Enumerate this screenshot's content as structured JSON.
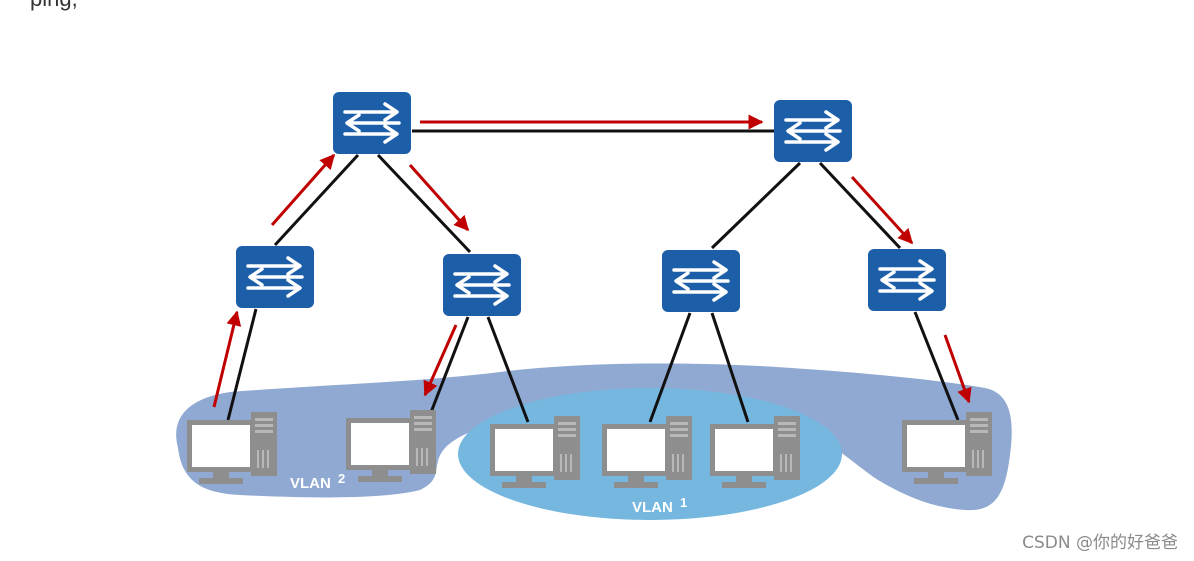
{
  "top_text": "ping,",
  "watermark": "CSDN @你的好爸爸",
  "vlans": {
    "vlan2": {
      "name": "VLAN",
      "num": "2"
    },
    "vlan1": {
      "name": "VLAN",
      "num": "1"
    }
  },
  "colors": {
    "switch": "#1c5fa8",
    "vlan2_fill": "#8fa9d2",
    "vlan1_fill": "#75b7df",
    "arrow": "#c00000",
    "link": "#111111",
    "pc_gray": "#9a9a9a"
  },
  "icons": [
    "switch-icon",
    "pc-icon",
    "arrow-icon"
  ]
}
